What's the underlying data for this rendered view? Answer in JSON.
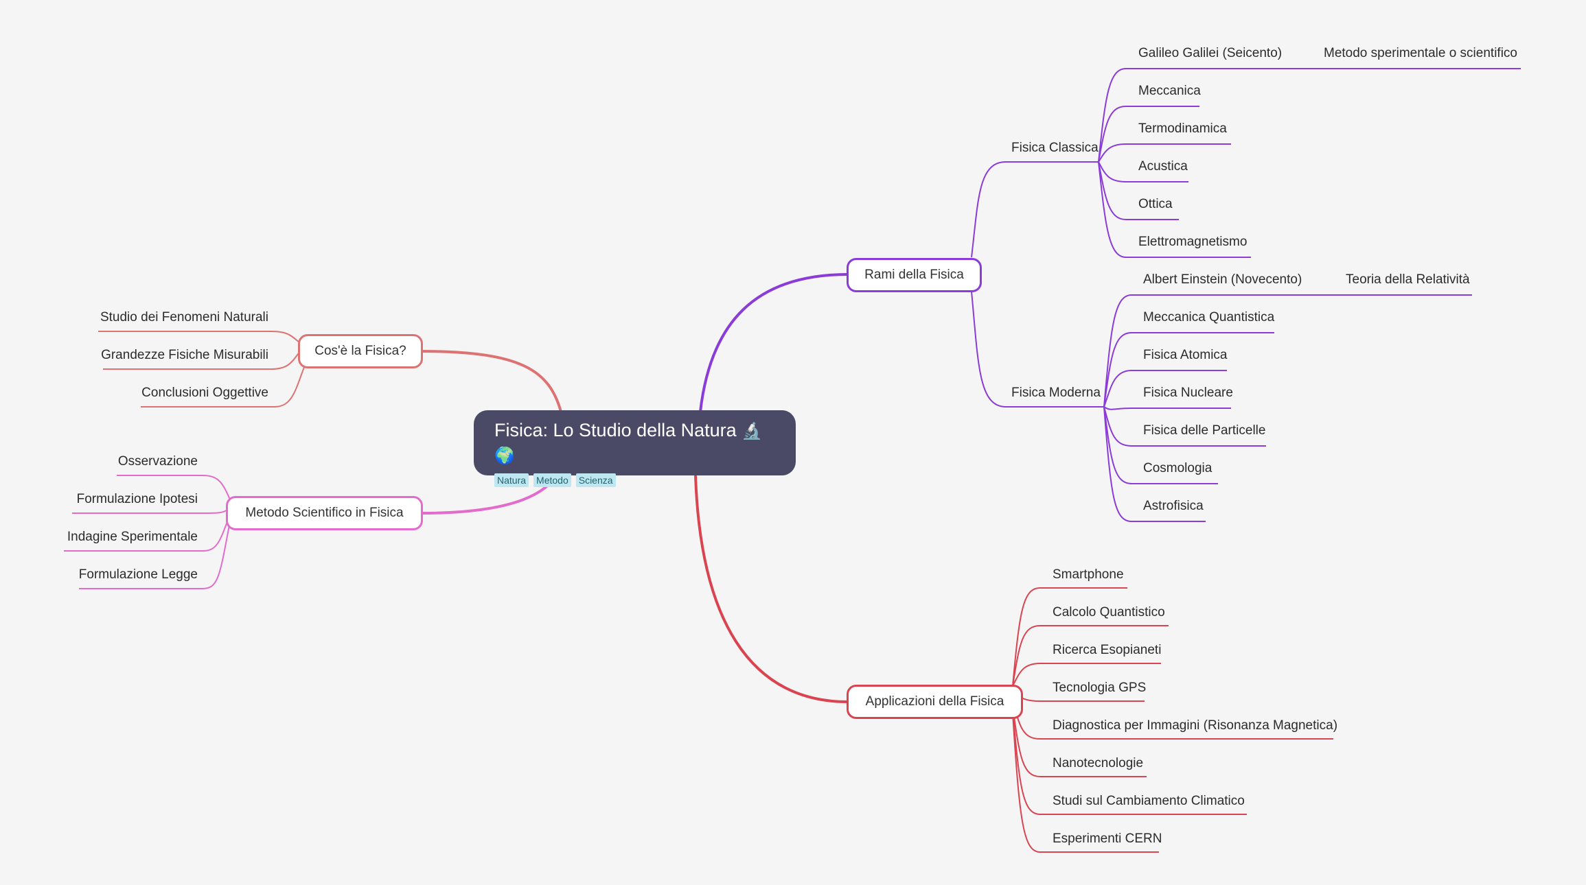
{
  "root": {
    "title": "Fisica: Lo Studio della Natura",
    "emoji": "🔬🌍",
    "tags": [
      "Natura",
      "Metodo",
      "Scienza"
    ]
  },
  "branches": {
    "rami": {
      "label": "Rami della Fisica",
      "color": "#8a3bd8",
      "classica": {
        "label": "Fisica Classica",
        "items": [
          "Galileo Galilei (Seicento)",
          "Meccanica",
          "Termodinamica",
          "Acustica",
          "Ottica",
          "Elettromagnetismo"
        ],
        "galileo_child": "Metodo sperimentale o scientifico"
      },
      "moderna": {
        "label": "Fisica Moderna",
        "items": [
          "Albert Einstein (Novecento)",
          "Meccanica Quantistica",
          "Fisica Atomica",
          "Fisica Nucleare",
          "Fisica delle Particelle",
          "Cosmologia",
          "Astrofisica"
        ],
        "einstein_child": "Teoria della Relatività"
      }
    },
    "applicazioni": {
      "label": "Applicazioni della Fisica",
      "color": "#d94450",
      "items": [
        "Smartphone",
        "Calcolo Quantistico",
        "Ricerca Esopianeti",
        "Tecnologia GPS",
        "Diagnostica per Immagini (Risonanza Magnetica)",
        "Nanotecnologie",
        "Studi sul Cambiamento Climatico",
        "Esperimenti CERN"
      ]
    },
    "cose": {
      "label": "Cos'è la Fisica?",
      "color": "#dd7272",
      "items": [
        "Studio dei Fenomeni Naturali",
        "Grandezze Fisiche Misurabili",
        "Conclusioni Oggettive"
      ]
    },
    "metodo": {
      "label": "Metodo Scientifico in Fisica",
      "color": "#e36bcb",
      "items": [
        "Osservazione",
        "Formulazione Ipotesi",
        "Indagine Sperimentale",
        "Formulazione Legge"
      ]
    }
  }
}
